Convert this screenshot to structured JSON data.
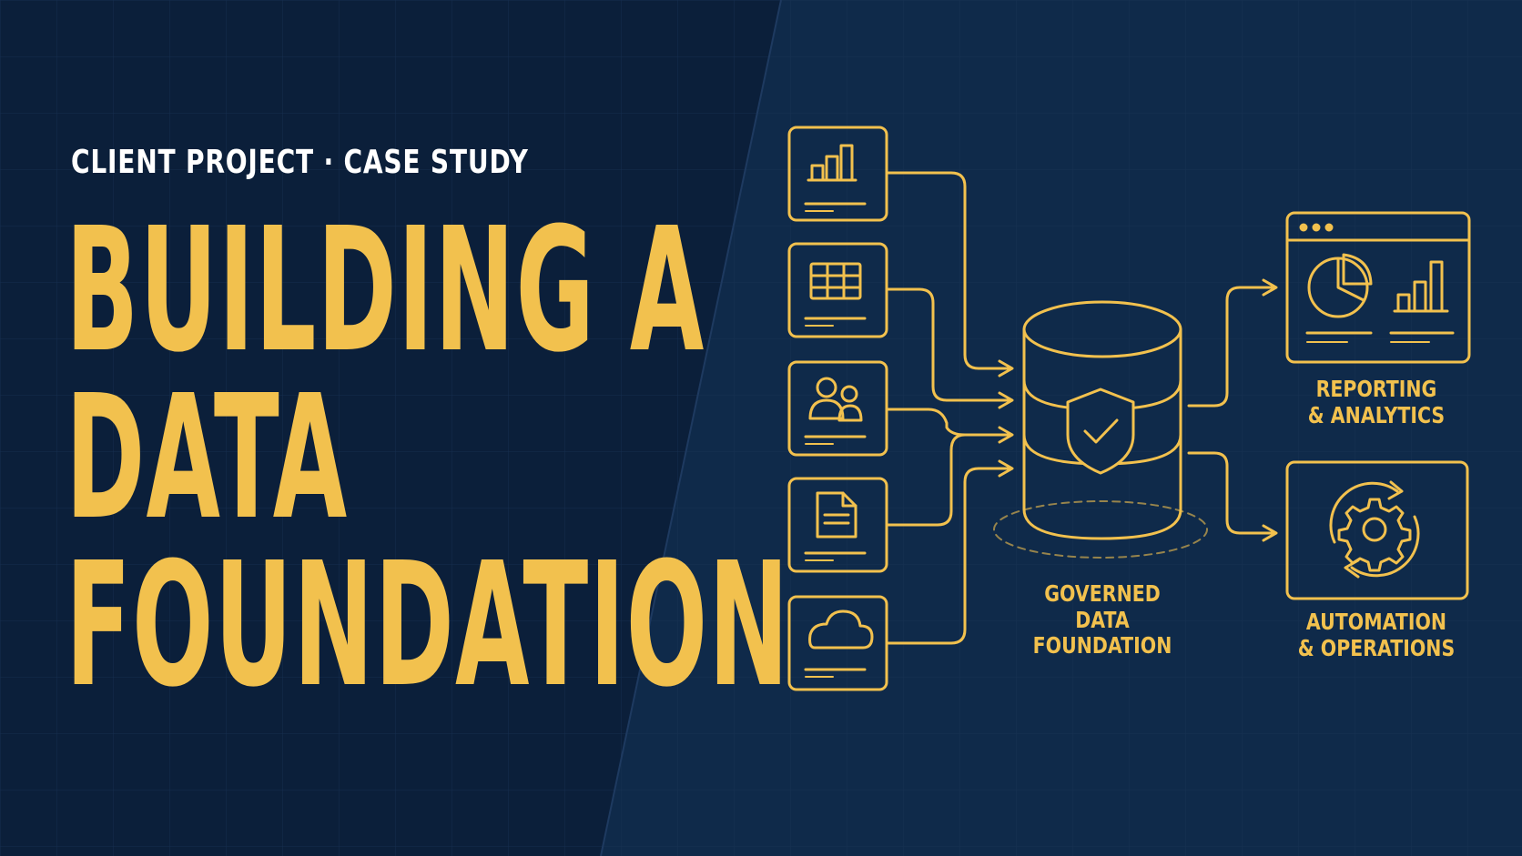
{
  "eyebrow": "CLIENT PROJECT · CASE STUDY",
  "title": {
    "line1": "BUILDING A",
    "line2": "DATA",
    "line3": "FOUNDATION"
  },
  "hub": {
    "label_lines": [
      "GOVERNED",
      "DATA",
      "FOUNDATION"
    ],
    "icon": "shield-check-icon"
  },
  "sources": [
    {
      "icon": "bar-chart-icon"
    },
    {
      "icon": "table-grid-icon"
    },
    {
      "icon": "users-icon"
    },
    {
      "icon": "document-icon"
    },
    {
      "icon": "cloud-icon"
    }
  ],
  "outputs": [
    {
      "icon": "dashboard-window-icon",
      "label_lines": [
        "REPORTING",
        "& ANALYTICS"
      ]
    },
    {
      "icon": "gear-cycle-icon",
      "label_lines": [
        "AUTOMATION",
        "& OPERATIONS"
      ]
    }
  ],
  "colors": {
    "background": "#0b1f3a",
    "background_right": "#0f2a4a",
    "accent": "#f2c14e",
    "text": "#ffffff"
  }
}
